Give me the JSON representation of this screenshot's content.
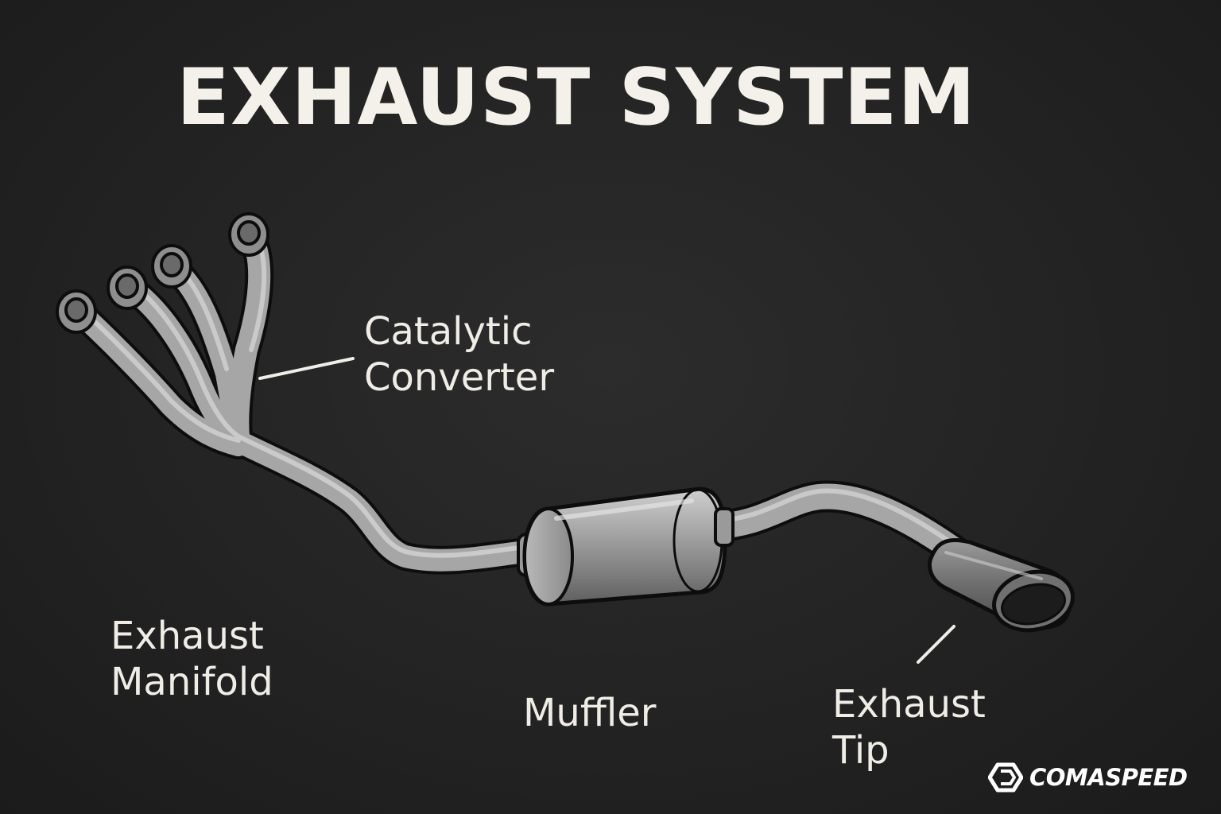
{
  "title": "EXHAUST SYSTEM",
  "labels": {
    "catalytic_converter": [
      "Catalytic",
      "Converter"
    ],
    "exhaust_manifold": [
      "Exhaust",
      "Manifold"
    ],
    "muffler": "Muffler",
    "exhaust_tip": [
      "Exhaust",
      "Tip"
    ]
  },
  "brand": {
    "name": "COMASPEED",
    "logo_icon": "comaspeed-logo-icon"
  },
  "colors": {
    "background": "#222222",
    "text": "#f2f0ea",
    "pipe": "#a9a9a9",
    "outline": "#0d0d0d"
  }
}
